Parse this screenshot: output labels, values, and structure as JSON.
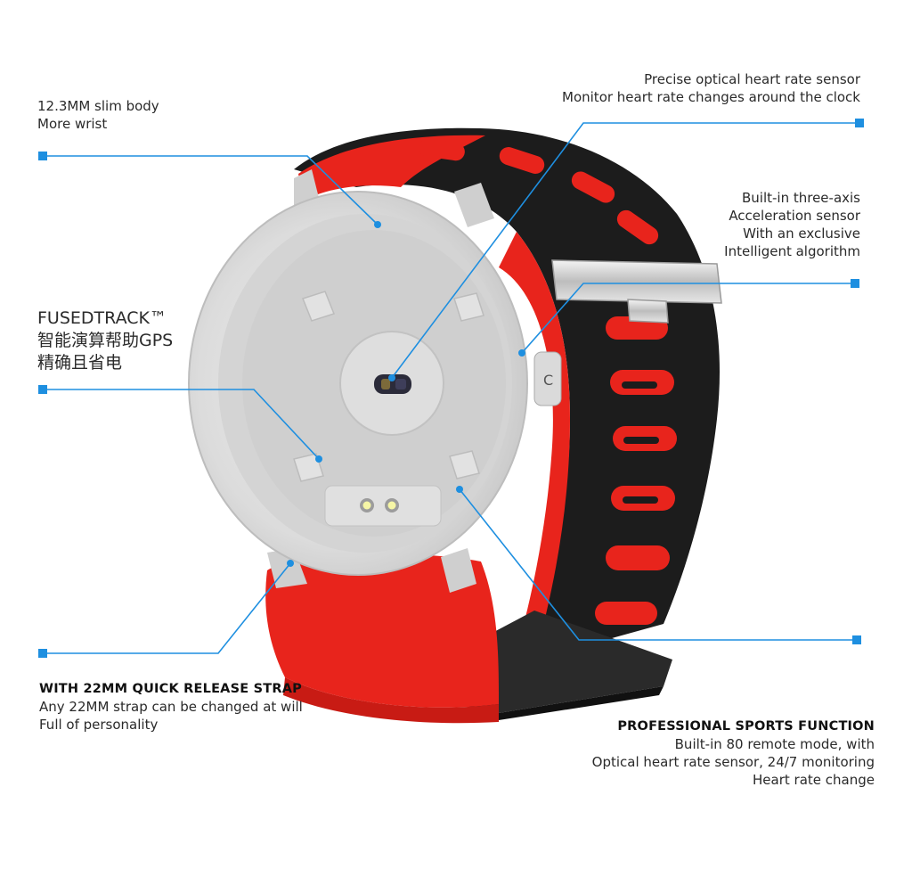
{
  "colors": {
    "leader_line": "#1e8fe0",
    "strap_red": "#e8241c",
    "strap_black": "#1c1c1c",
    "case_silver": "#d9d9d9"
  },
  "callouts": {
    "slim_body": {
      "line1": "12.3MM slim body",
      "line2": "More wrist"
    },
    "heart_sensor": {
      "line1": "Precise optical heart rate sensor",
      "line2": "Monitor heart rate changes around the clock"
    },
    "accel_sensor": {
      "line1": "Built-in three-axis",
      "line2": "Acceleration sensor",
      "line3": "With an exclusive",
      "line4": "Intelligent algorithm"
    },
    "fusedtrack": {
      "line1": "FUSEDTRACK™",
      "line2": "智能演算帮助GPS",
      "line3": "精确且省电"
    },
    "strap": {
      "title": "WITH 22MM QUICK RELEASE STRAP",
      "line1": "Any 22MM strap can be changed at will",
      "line2": "Full of personality"
    },
    "sports": {
      "title": "PROFESSIONAL SPORTS FUNCTION",
      "line1": "Built-in 80 remote mode, with",
      "line2": "Optical heart rate sensor, 24/7 monitoring",
      "line3": "Heart rate change"
    }
  }
}
